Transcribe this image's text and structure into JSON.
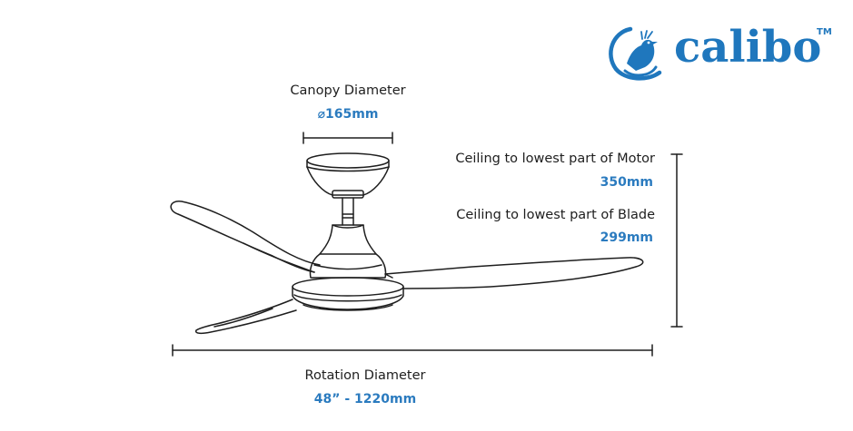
{
  "brand": {
    "name": "calibo",
    "trademark": "TM",
    "accent": "#1f77bd"
  },
  "labels": {
    "canopy_diameter": "Canopy Diameter",
    "canopy_value": "⌀165mm",
    "ceiling_motor": "Ceiling to lowest part of Motor",
    "ceiling_motor_value": "350mm",
    "ceiling_blade": "Ceiling to lowest part of Blade",
    "ceiling_blade_value": "299mm",
    "rotation_diameter": "Rotation Diameter",
    "rotation_value": "48” - 1220mm"
  },
  "colors": {
    "line": "#1e1e1e",
    "value_text": "#2b7bbf"
  }
}
